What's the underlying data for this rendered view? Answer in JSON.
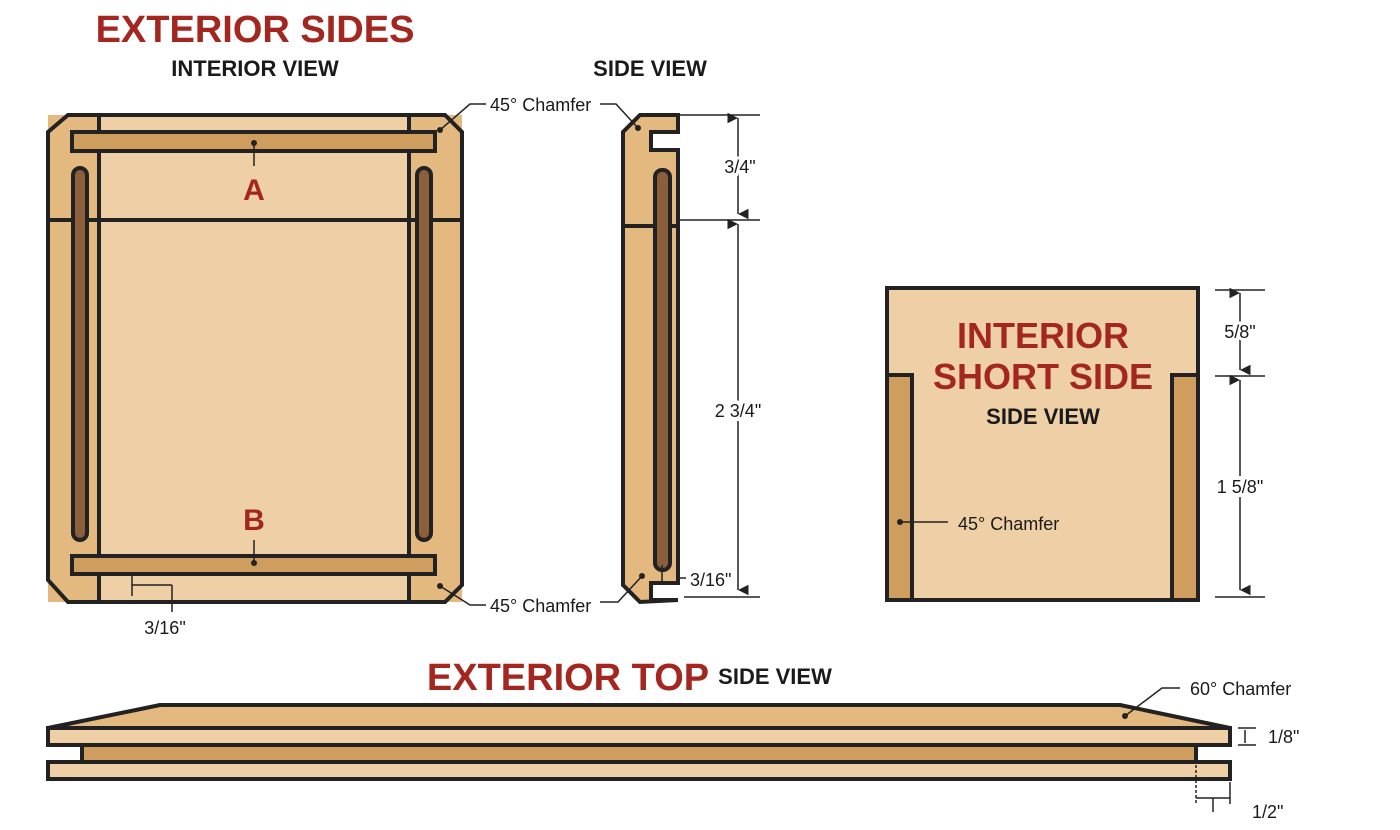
{
  "exterior_sides": {
    "title": "EXTERIOR SIDES",
    "interior_view": "INTERIOR VIEW",
    "side_view": "SIDE VIEW",
    "label_a": "A",
    "label_b": "B",
    "chamfer_top": "45° Chamfer",
    "chamfer_bottom": "45° Chamfer",
    "dim_groove_offset": "3/16\"",
    "dim_side_offset": "3/16\"",
    "dim_top": "3/4\"",
    "dim_main": "2 3/4\""
  },
  "interior_short_side": {
    "title_line1": "INTERIOR",
    "title_line2": "SHORT SIDE",
    "side_view": "SIDE VIEW",
    "chamfer": "45° Chamfer",
    "dim_top": "5/8\"",
    "dim_main": "1 5/8\""
  },
  "exterior_top": {
    "title": "EXTERIOR TOP",
    "side_view": "SIDE VIEW",
    "chamfer": "60° Chamfer",
    "dim_thickness": "1/8\"",
    "dim_inset": "1/2\""
  },
  "colors": {
    "light_wood": "#efcfa5",
    "mid_wood": "#e4b97f",
    "dark_wood": "#cf9d5e",
    "groove": "#8b5e3c",
    "title_red": "#a3261f"
  }
}
